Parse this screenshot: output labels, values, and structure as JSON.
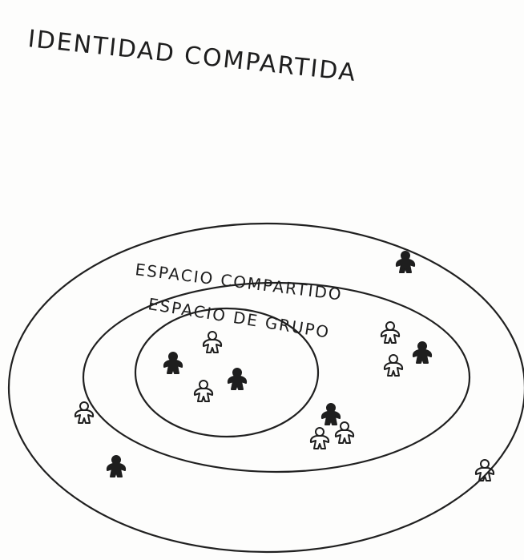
{
  "title": "IDENTIDAD COMPARTIDA",
  "labels": {
    "outer_space": "ESPACIO COMPARTIDO",
    "group_space": "ESPACIO DE GRUPO"
  },
  "colors": {
    "ink": "#1e1e1e",
    "paper": "#fdfdfc"
  },
  "figures": {
    "inner": [
      {
        "style": "filled"
      },
      {
        "style": "outline"
      },
      {
        "style": "filled"
      },
      {
        "style": "outline"
      }
    ],
    "middle": [
      {
        "style": "outline"
      },
      {
        "style": "filled"
      },
      {
        "style": "outline"
      },
      {
        "style": "filled"
      },
      {
        "style": "outline"
      },
      {
        "style": "outline"
      }
    ],
    "outer": [
      {
        "style": "filled"
      },
      {
        "style": "outline"
      },
      {
        "style": "filled"
      },
      {
        "style": "outline"
      }
    ]
  }
}
